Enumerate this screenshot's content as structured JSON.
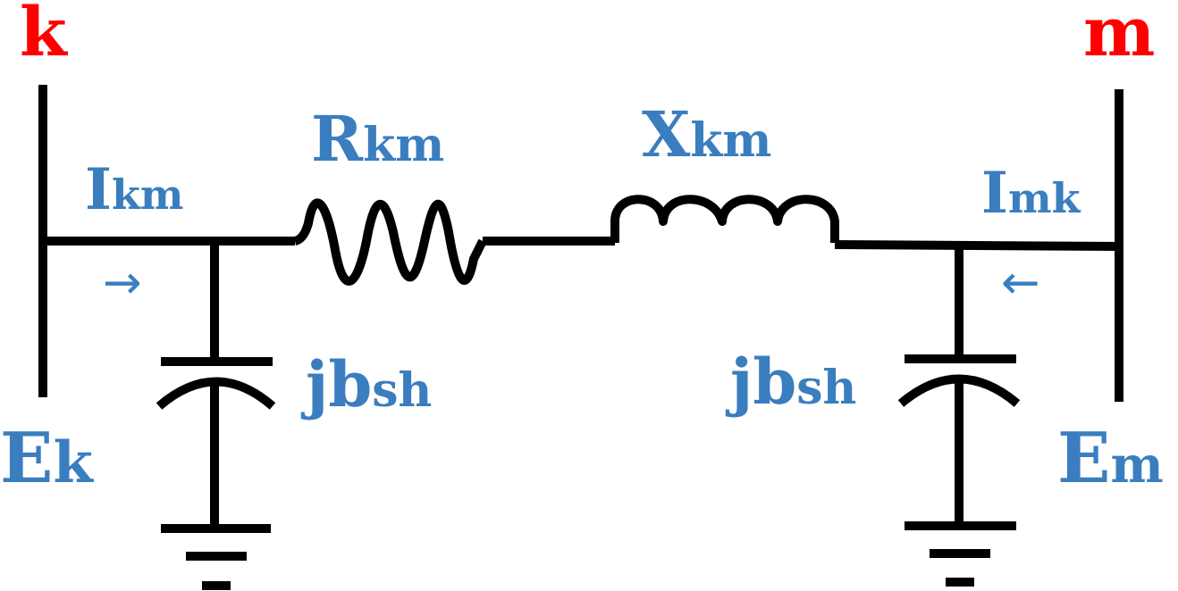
{
  "colors": {
    "wire": "#000000",
    "bus_label": "#ff0000",
    "quantity_label": "#3a7ebf"
  },
  "bus_k": {
    "name": "k",
    "voltage_main": "E",
    "voltage_sub": "k"
  },
  "bus_m": {
    "name": "m",
    "voltage_main": "E",
    "voltage_sub": "m"
  },
  "current_km": {
    "main": "I",
    "sub": "km",
    "arrow": "→"
  },
  "current_mk": {
    "main": "I",
    "sub": "mk",
    "arrow": "←"
  },
  "resistance": {
    "main": "R",
    "sub": "km"
  },
  "reactance": {
    "main": "X",
    "sub": "km"
  },
  "shunt_left": {
    "main": "jb",
    "sub": "sh"
  },
  "shunt_right": {
    "main": "jb",
    "sub": "sh"
  }
}
